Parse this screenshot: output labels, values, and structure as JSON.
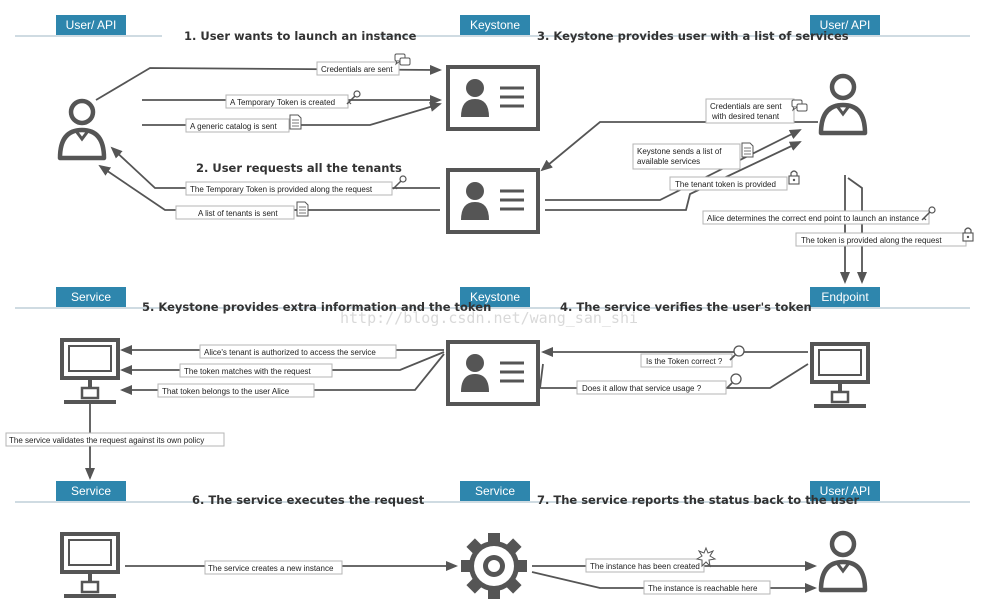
{
  "tags": {
    "user_api": "User/ API",
    "keystone": "Keystone",
    "service": "Service",
    "endpoint": "Endpoint"
  },
  "steps": {
    "s1": "1. User wants to launch an instance",
    "s2": "2. User requests all the tenants",
    "s3": "3. Keystone provides user with a list of services",
    "s4": "4. The service verifies the user's token",
    "s5": "5. Keystone provides extra information and the token",
    "s6": "6. The service executes the request",
    "s7": "7. The service reports the status back to the user"
  },
  "labels": {
    "credentials_sent": "Credentials are sent",
    "temp_token_created": "A Temporary Token is created",
    "generic_catalog": "A generic catalog is sent",
    "temp_token_provided": "The Temporary Token is provided along the request",
    "list_tenants": "A list of tenants is sent",
    "creds_desired_1": "Credentials are sent",
    "creds_desired_2": "with desired tenant",
    "keystone_list_1": "Keystone sends a list of",
    "keystone_list_2": "available services",
    "tenant_token": "The tenant token is provided",
    "alice_endpoint": "Alice determines the correct end point to launch an instance",
    "token_along": "The token is provided along the request",
    "token_correct": "Is the Token correct ?",
    "allow_usage": "Does it allow that service usage ?",
    "alice_authorized": "Alice's tenant is authorized to access the service",
    "token_matches": "The token matches with the request",
    "token_belongs": "That token belongs to the user Alice",
    "validates": "The service validates the request against its own policy",
    "creates_instance": "The service creates a new instance",
    "instance_created": "The instance has been created",
    "instance_reachable": "The instance is reachable here"
  },
  "watermark": "http://blog.csdn.net/wang_san_shi",
  "icons": [
    "user-icon",
    "id-card-icon",
    "monitor-icon",
    "gear-icon",
    "speech-bubble-icon",
    "key-icon",
    "document-icon",
    "lock-icon",
    "magnifier-icon",
    "starburst-icon"
  ],
  "colors": {
    "tag": "#2e86ad",
    "line": "#555555"
  }
}
